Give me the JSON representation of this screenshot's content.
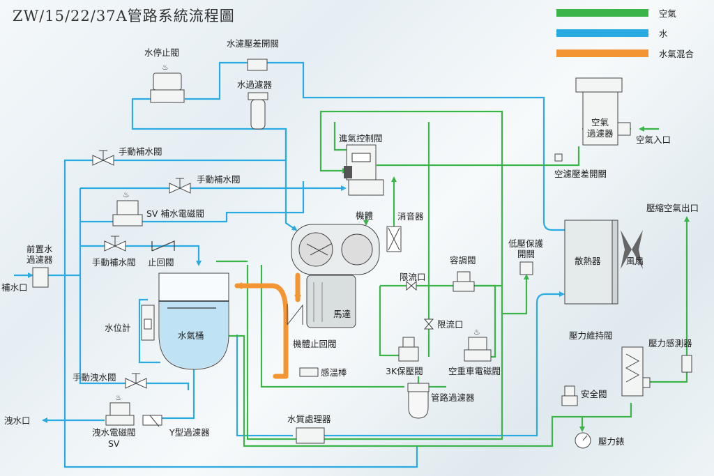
{
  "title": "ZW/15/22/37A管路系統流程圖",
  "legend": [
    {
      "label": "空氣",
      "color": "#3bb54a"
    },
    {
      "label": "水",
      "color": "#29abe2"
    },
    {
      "label": "水氣混合",
      "color": "#f39533"
    }
  ],
  "labels": {
    "water_stop_valve": "水停止閥",
    "water_filter_dp_switch": "水濾壓差開關",
    "water_filter": "水過濾器",
    "manual_fill_valve_1": "手動補水閥",
    "manual_fill_valve_2": "手動補水閥",
    "manual_fill_valve_3": "手動補水閥",
    "sv_fill_solenoid": "SV 補水電磁閥",
    "check_valve": "止回閥",
    "pre_filter": "前置水\n過濾器",
    "fill_inlet": "補水口",
    "level_gauge": "水位計",
    "tank": "水氣桶",
    "manual_drain_valve": "手動洩水閥",
    "drain_outlet": "洩水口",
    "drain_solenoid": "洩水電磁閥\nSV",
    "y_strainer": "Y型過濾器",
    "intake_control_valve": "進氣控制閥",
    "air_end": "機體",
    "silencer": "消音器",
    "motor": "馬達",
    "air_end_check_valve": "機體止回閥",
    "temp_sensor": "感溫棒",
    "restrictor_1": "限流口",
    "restrictor_2": "限流口",
    "capacity_valve": "容調閥",
    "low_pressure_switch": "低壓保護\n開關",
    "min_pressure_valve": "3K保壓閥",
    "unload_solenoid": "空重車電磁閥",
    "line_filter": "管路過濾器",
    "water_treatment": "水質處理器",
    "air_filter": "空氣\n過濾器",
    "air_inlet": "空氣入口",
    "air_filter_dp_switch": "空濾壓差開關",
    "compressed_air_outlet": "壓縮空氣出口",
    "cooler": "散熱器",
    "fan": "風扇",
    "pressure_maintain_valve": "壓力維持閥",
    "pressure_sensor": "壓力感測器",
    "safety_valve": "安全閥",
    "pressure_gauge": "壓力錶"
  }
}
